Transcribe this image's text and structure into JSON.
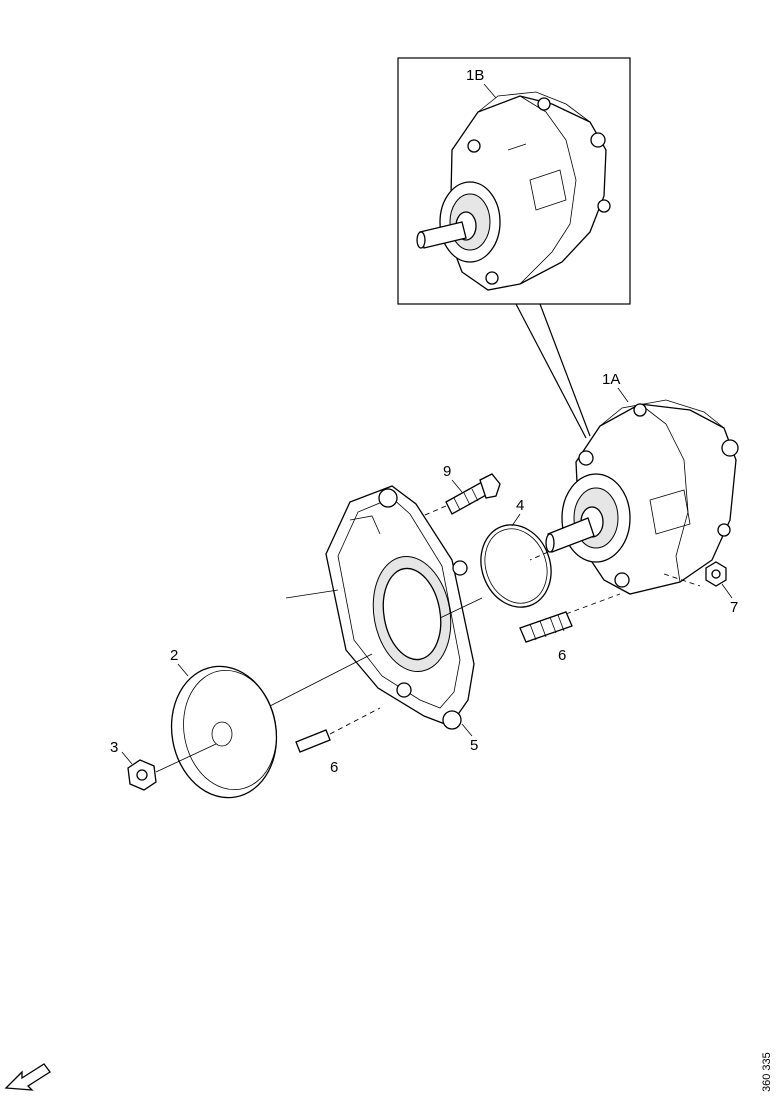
{
  "callouts": {
    "c1B": "1B",
    "c1A": "1A",
    "c2": "2",
    "c3": "3",
    "c4": "4",
    "c5": "5",
    "c6_left": "6",
    "c6_right": "6",
    "c7": "7",
    "c9": "9"
  },
  "drawing_number": "360 335",
  "icons": {
    "orientation": "direction-arrow-icon"
  }
}
